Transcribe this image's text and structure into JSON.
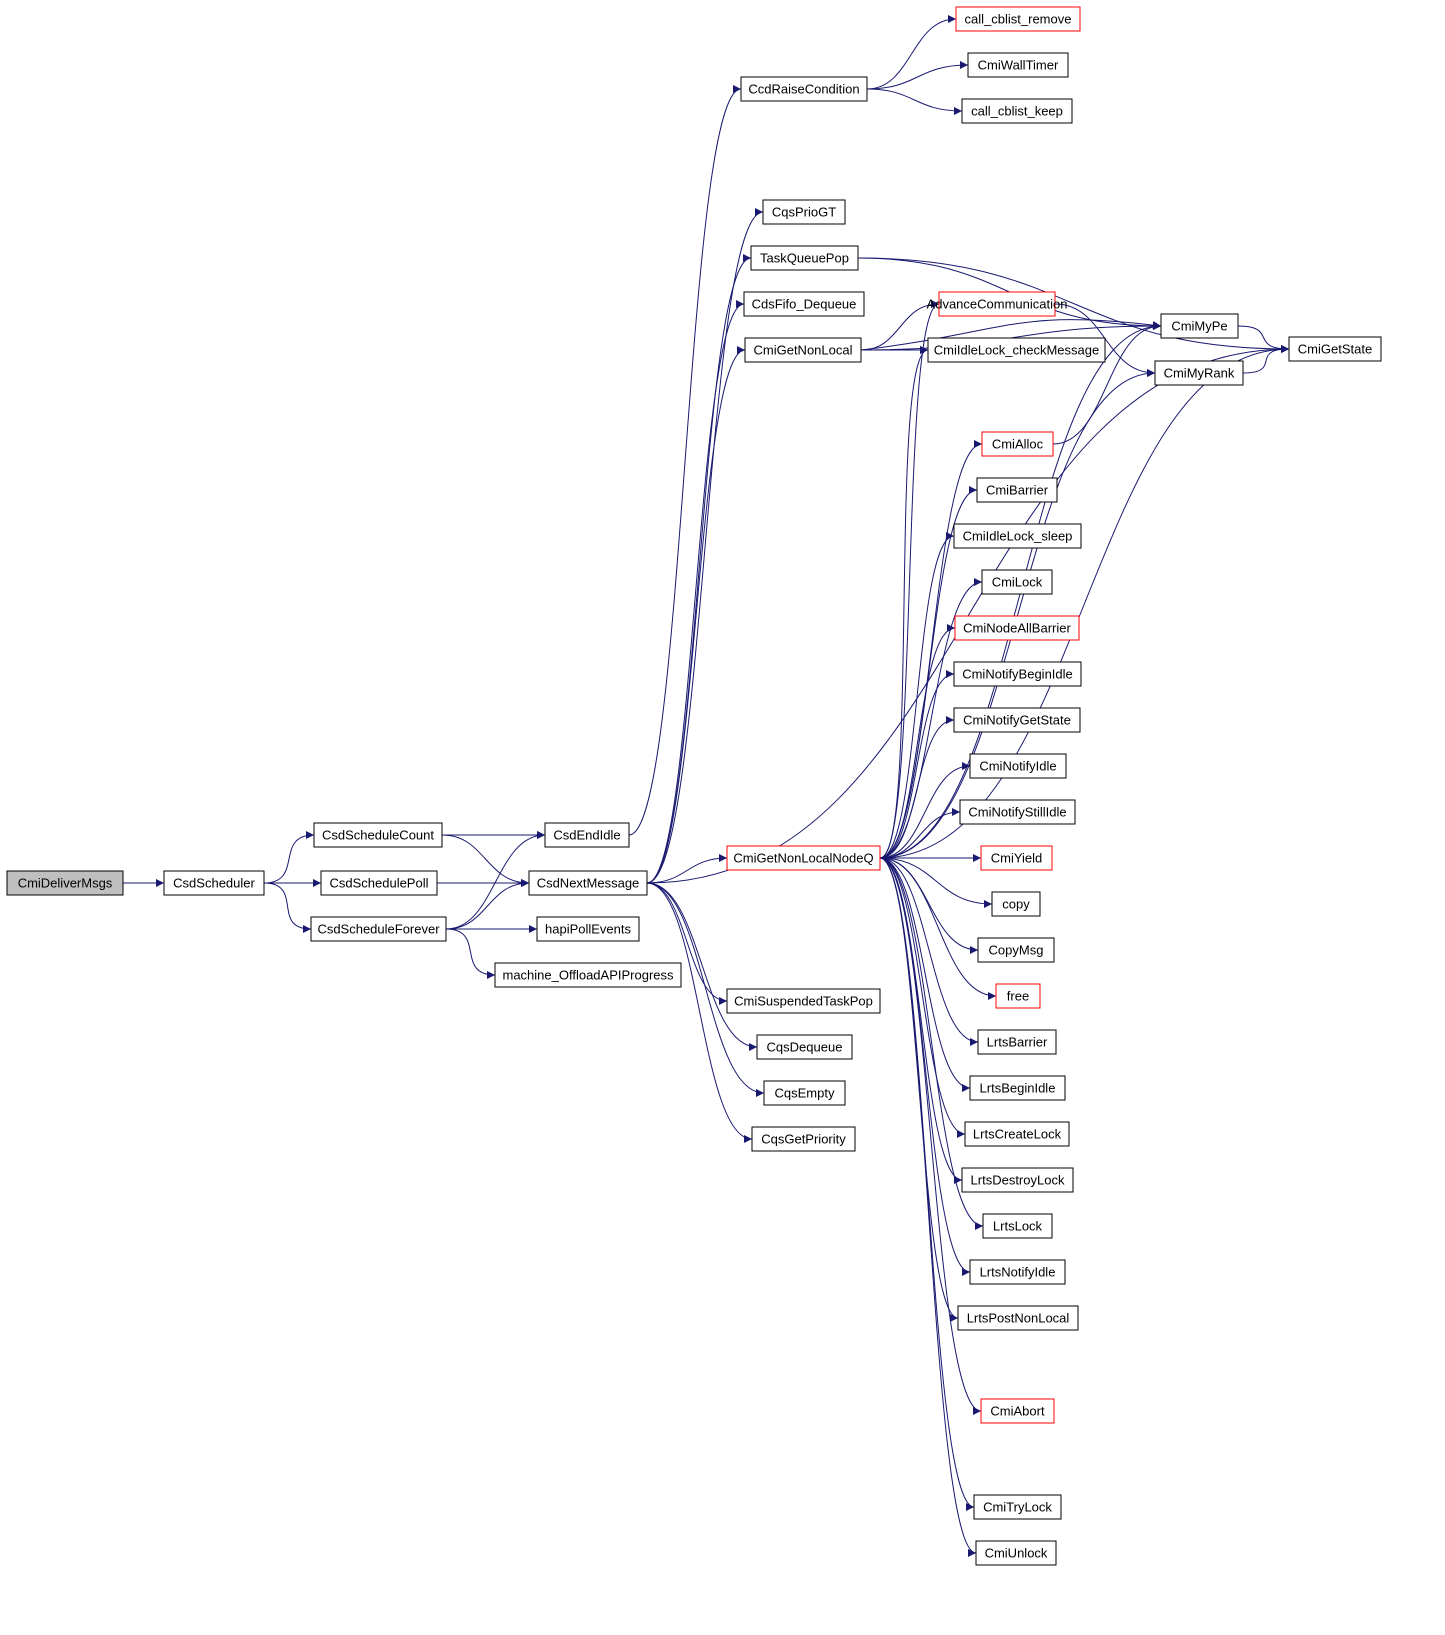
{
  "title": "Call graph of CmiDeliverMsgs",
  "colors": {
    "edge": "#191970",
    "root_fill": "#bfbfbf",
    "normal_border": "#000000",
    "truncated_border": "#ff0000"
  },
  "nodes": [
    {
      "id": "CmiDeliverMsgs",
      "label": "CmiDeliverMsgs",
      "style": "root"
    },
    {
      "id": "CsdScheduler",
      "label": "CsdScheduler",
      "style": "normal"
    },
    {
      "id": "CsdScheduleCount",
      "label": "CsdScheduleCount",
      "style": "normal"
    },
    {
      "id": "CsdSchedulePoll",
      "label": "CsdSchedulePoll",
      "style": "normal"
    },
    {
      "id": "CsdScheduleForever",
      "label": "CsdScheduleForever",
      "style": "normal"
    },
    {
      "id": "CsdEndIdle",
      "label": "CsdEndIdle",
      "style": "normal"
    },
    {
      "id": "CsdNextMessage",
      "label": "CsdNextMessage",
      "style": "normal"
    },
    {
      "id": "hapiPollEvents",
      "label": "hapiPollEvents",
      "style": "normal"
    },
    {
      "id": "machine_OffloadAPIProgress",
      "label": "machine_OffloadAPIProgress",
      "style": "normal"
    },
    {
      "id": "CcdRaiseCondition",
      "label": "CcdRaiseCondition",
      "style": "normal"
    },
    {
      "id": "call_cblist_remove",
      "label": "call_cblist_remove",
      "style": "truncated"
    },
    {
      "id": "CmiWallTimer",
      "label": "CmiWallTimer",
      "style": "normal"
    },
    {
      "id": "call_cblist_keep",
      "label": "call_cblist_keep",
      "style": "normal"
    },
    {
      "id": "CqsPrioGT",
      "label": "CqsPrioGT",
      "style": "normal"
    },
    {
      "id": "TaskQueuePop",
      "label": "TaskQueuePop",
      "style": "normal"
    },
    {
      "id": "CdsFifo_Dequeue",
      "label": "CdsFifo_Dequeue",
      "style": "normal"
    },
    {
      "id": "CmiGetNonLocal",
      "label": "CmiGetNonLocal",
      "style": "normal"
    },
    {
      "id": "AdvanceCommunication",
      "label": "AdvanceCommunication",
      "style": "truncated"
    },
    {
      "id": "CmiIdleLock_checkMessage",
      "label": "CmiIdleLock_checkMessage",
      "style": "normal"
    },
    {
      "id": "CmiMyPe",
      "label": "CmiMyPe",
      "style": "normal"
    },
    {
      "id": "CmiMyRank",
      "label": "CmiMyRank",
      "style": "normal"
    },
    {
      "id": "CmiGetState",
      "label": "CmiGetState",
      "style": "normal"
    },
    {
      "id": "CmiAlloc",
      "label": "CmiAlloc",
      "style": "truncated"
    },
    {
      "id": "CmiBarrier",
      "label": "CmiBarrier",
      "style": "normal"
    },
    {
      "id": "CmiIdleLock_sleep",
      "label": "CmiIdleLock_sleep",
      "style": "normal"
    },
    {
      "id": "CmiLock",
      "label": "CmiLock",
      "style": "normal"
    },
    {
      "id": "CmiNodeAllBarrier",
      "label": "CmiNodeAllBarrier",
      "style": "truncated"
    },
    {
      "id": "CmiNotifyBeginIdle",
      "label": "CmiNotifyBeginIdle",
      "style": "normal"
    },
    {
      "id": "CmiNotifyGetState",
      "label": "CmiNotifyGetState",
      "style": "normal"
    },
    {
      "id": "CmiNotifyIdle",
      "label": "CmiNotifyIdle",
      "style": "normal"
    },
    {
      "id": "CmiNotifyStillIdle",
      "label": "CmiNotifyStillIdle",
      "style": "normal"
    },
    {
      "id": "CmiGetNonLocalNodeQ",
      "label": "CmiGetNonLocalNodeQ",
      "style": "truncated"
    },
    {
      "id": "CmiYield",
      "label": "CmiYield",
      "style": "truncated"
    },
    {
      "id": "copy",
      "label": "copy",
      "style": "normal"
    },
    {
      "id": "CopyMsg",
      "label": "CopyMsg",
      "style": "normal"
    },
    {
      "id": "free",
      "label": "free",
      "style": "truncated"
    },
    {
      "id": "CmiSuspendedTaskPop",
      "label": "CmiSuspendedTaskPop",
      "style": "normal"
    },
    {
      "id": "CqsDequeue",
      "label": "CqsDequeue",
      "style": "normal"
    },
    {
      "id": "CqsEmpty",
      "label": "CqsEmpty",
      "style": "normal"
    },
    {
      "id": "CqsGetPriority",
      "label": "CqsGetPriority",
      "style": "normal"
    },
    {
      "id": "LrtsBarrier",
      "label": "LrtsBarrier",
      "style": "normal"
    },
    {
      "id": "LrtsBeginIdle",
      "label": "LrtsBeginIdle",
      "style": "normal"
    },
    {
      "id": "LrtsCreateLock",
      "label": "LrtsCreateLock",
      "style": "normal"
    },
    {
      "id": "LrtsDestroyLock",
      "label": "LrtsDestroyLock",
      "style": "normal"
    },
    {
      "id": "LrtsLock",
      "label": "LrtsLock",
      "style": "normal"
    },
    {
      "id": "LrtsNotifyIdle",
      "label": "LrtsNotifyIdle",
      "style": "normal"
    },
    {
      "id": "LrtsPostNonLocal",
      "label": "LrtsPostNonLocal",
      "style": "normal"
    },
    {
      "id": "CmiAbort",
      "label": "CmiAbort",
      "style": "truncated"
    },
    {
      "id": "CmiTryLock",
      "label": "CmiTryLock",
      "style": "normal"
    },
    {
      "id": "CmiUnlock",
      "label": "CmiUnlock",
      "style": "normal"
    }
  ],
  "edges": [
    [
      "CmiDeliverMsgs",
      "CsdScheduler"
    ],
    [
      "CsdScheduler",
      "CsdScheduleCount"
    ],
    [
      "CsdScheduler",
      "CsdSchedulePoll"
    ],
    [
      "CsdScheduler",
      "CsdScheduleForever"
    ],
    [
      "CsdScheduleCount",
      "CsdEndIdle"
    ],
    [
      "CsdScheduleCount",
      "CsdNextMessage"
    ],
    [
      "CsdSchedulePoll",
      "CsdNextMessage"
    ],
    [
      "CsdScheduleForever",
      "CsdEndIdle"
    ],
    [
      "CsdScheduleForever",
      "CsdNextMessage"
    ],
    [
      "CsdScheduleForever",
      "hapiPollEvents"
    ],
    [
      "CsdScheduleForever",
      "machine_OffloadAPIProgress"
    ],
    [
      "CsdEndIdle",
      "CcdRaiseCondition"
    ],
    [
      "CcdRaiseCondition",
      "call_cblist_remove"
    ],
    [
      "CcdRaiseCondition",
      "CmiWallTimer"
    ],
    [
      "CcdRaiseCondition",
      "call_cblist_keep"
    ],
    [
      "CsdNextMessage",
      "CqsPrioGT"
    ],
    [
      "CsdNextMessage",
      "TaskQueuePop"
    ],
    [
      "CsdNextMessage",
      "CdsFifo_Dequeue"
    ],
    [
      "CsdNextMessage",
      "CmiGetNonLocal"
    ],
    [
      "CsdNextMessage",
      "CmiGetNonLocalNodeQ"
    ],
    [
      "CsdNextMessage",
      "CmiSuspendedTaskPop"
    ],
    [
      "CsdNextMessage",
      "CqsDequeue"
    ],
    [
      "CsdNextMessage",
      "CqsEmpty"
    ],
    [
      "CsdNextMessage",
      "CqsGetPriority"
    ],
    [
      "CsdNextMessage",
      "CmiGetState"
    ],
    [
      "TaskQueuePop",
      "CmiMyPe"
    ],
    [
      "TaskQueuePop",
      "CmiGetState"
    ],
    [
      "CmiGetNonLocal",
      "AdvanceCommunication"
    ],
    [
      "CmiGetNonLocal",
      "CmiIdleLock_checkMessage"
    ],
    [
      "CmiGetNonLocal",
      "CmiMyPe"
    ],
    [
      "CmiGetNonLocal",
      "CmiMyPe"
    ],
    [
      "AdvanceCommunication",
      "CmiMyRank"
    ],
    [
      "CmiMyPe",
      "CmiGetState"
    ],
    [
      "CmiMyRank",
      "CmiGetState"
    ],
    [
      "CmiAlloc",
      "CmiMyPe"
    ],
    [
      "CmiGetNonLocalNodeQ",
      "AdvanceCommunication"
    ],
    [
      "CmiGetNonLocalNodeQ",
      "CmiIdleLock_checkMessage"
    ],
    [
      "CmiGetNonLocalNodeQ",
      "CmiMyPe"
    ],
    [
      "CmiGetNonLocalNodeQ",
      "CmiAlloc"
    ],
    [
      "CmiGetNonLocalNodeQ",
      "CmiBarrier"
    ],
    [
      "CmiGetNonLocalNodeQ",
      "CmiIdleLock_sleep"
    ],
    [
      "CmiGetNonLocalNodeQ",
      "CmiLock"
    ],
    [
      "CmiGetNonLocalNodeQ",
      "CmiNodeAllBarrier"
    ],
    [
      "CmiGetNonLocalNodeQ",
      "CmiNotifyBeginIdle"
    ],
    [
      "CmiGetNonLocalNodeQ",
      "CmiNotifyGetState"
    ],
    [
      "CmiGetNonLocalNodeQ",
      "CmiNotifyIdle"
    ],
    [
      "CmiGetNonLocalNodeQ",
      "CmiNotifyStillIdle"
    ],
    [
      "CmiGetNonLocalNodeQ",
      "CmiYield"
    ],
    [
      "CmiGetNonLocalNodeQ",
      "copy"
    ],
    [
      "CmiGetNonLocalNodeQ",
      "CopyMsg"
    ],
    [
      "CmiGetNonLocalNodeQ",
      "free"
    ],
    [
      "CmiGetNonLocalNodeQ",
      "LrtsBarrier"
    ],
    [
      "CmiGetNonLocalNodeQ",
      "LrtsBeginIdle"
    ],
    [
      "CmiGetNonLocalNodeQ",
      "LrtsCreateLock"
    ],
    [
      "CmiGetNonLocalNodeQ",
      "LrtsDestroyLock"
    ],
    [
      "CmiGetNonLocalNodeQ",
      "LrtsLock"
    ],
    [
      "CmiGetNonLocalNodeQ",
      "LrtsNotifyIdle"
    ],
    [
      "CmiGetNonLocalNodeQ",
      "LrtsPostNonLocal"
    ],
    [
      "CmiGetNonLocalNodeQ",
      "CmiMyRank"
    ],
    [
      "CmiGetNonLocalNodeQ",
      "CmiAbort"
    ],
    [
      "CmiGetNonLocalNodeQ",
      "CmiGetState"
    ],
    [
      "CmiGetNonLocalNodeQ",
      "CmiTryLock"
    ],
    [
      "CmiGetNonLocalNodeQ",
      "CmiUnlock"
    ]
  ]
}
